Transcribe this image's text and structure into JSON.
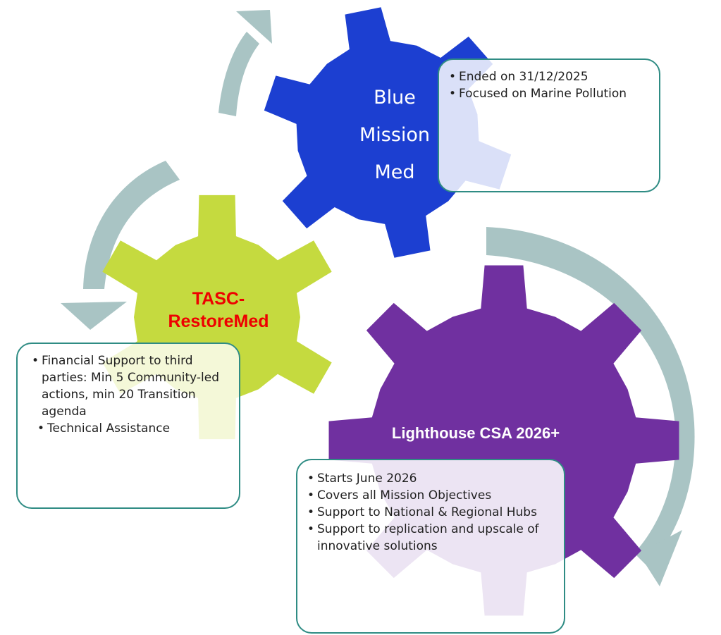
{
  "gears": {
    "blue": {
      "label_lines": [
        "Blue",
        "Mission",
        "Med"
      ],
      "color": "#1c3fd1"
    },
    "green": {
      "label_lines": [
        "TASC-",
        "RestoreMed"
      ],
      "color": "#c5da3f",
      "label_color": "#ee0000"
    },
    "purple": {
      "label": "Lighthouse CSA 2026+",
      "color": "#7030a0"
    }
  },
  "arrow_color": "#a9c4c4",
  "notes": {
    "blue": {
      "items": [
        "Ended on 31/12/2025",
        "Focused on Marine Pollution"
      ]
    },
    "green": {
      "items": [
        "Financial Support to third parties: Min 5 Community-led actions, min 20 Transition agenda",
        "Technical Assistance"
      ]
    },
    "purple": {
      "items": [
        "Starts June 2026",
        "Covers all Mission Objectives",
        "Support to National & Regional Hubs",
        "Support to replication and upscale of innovative solutions"
      ]
    }
  },
  "border_color": "#2f8c84"
}
